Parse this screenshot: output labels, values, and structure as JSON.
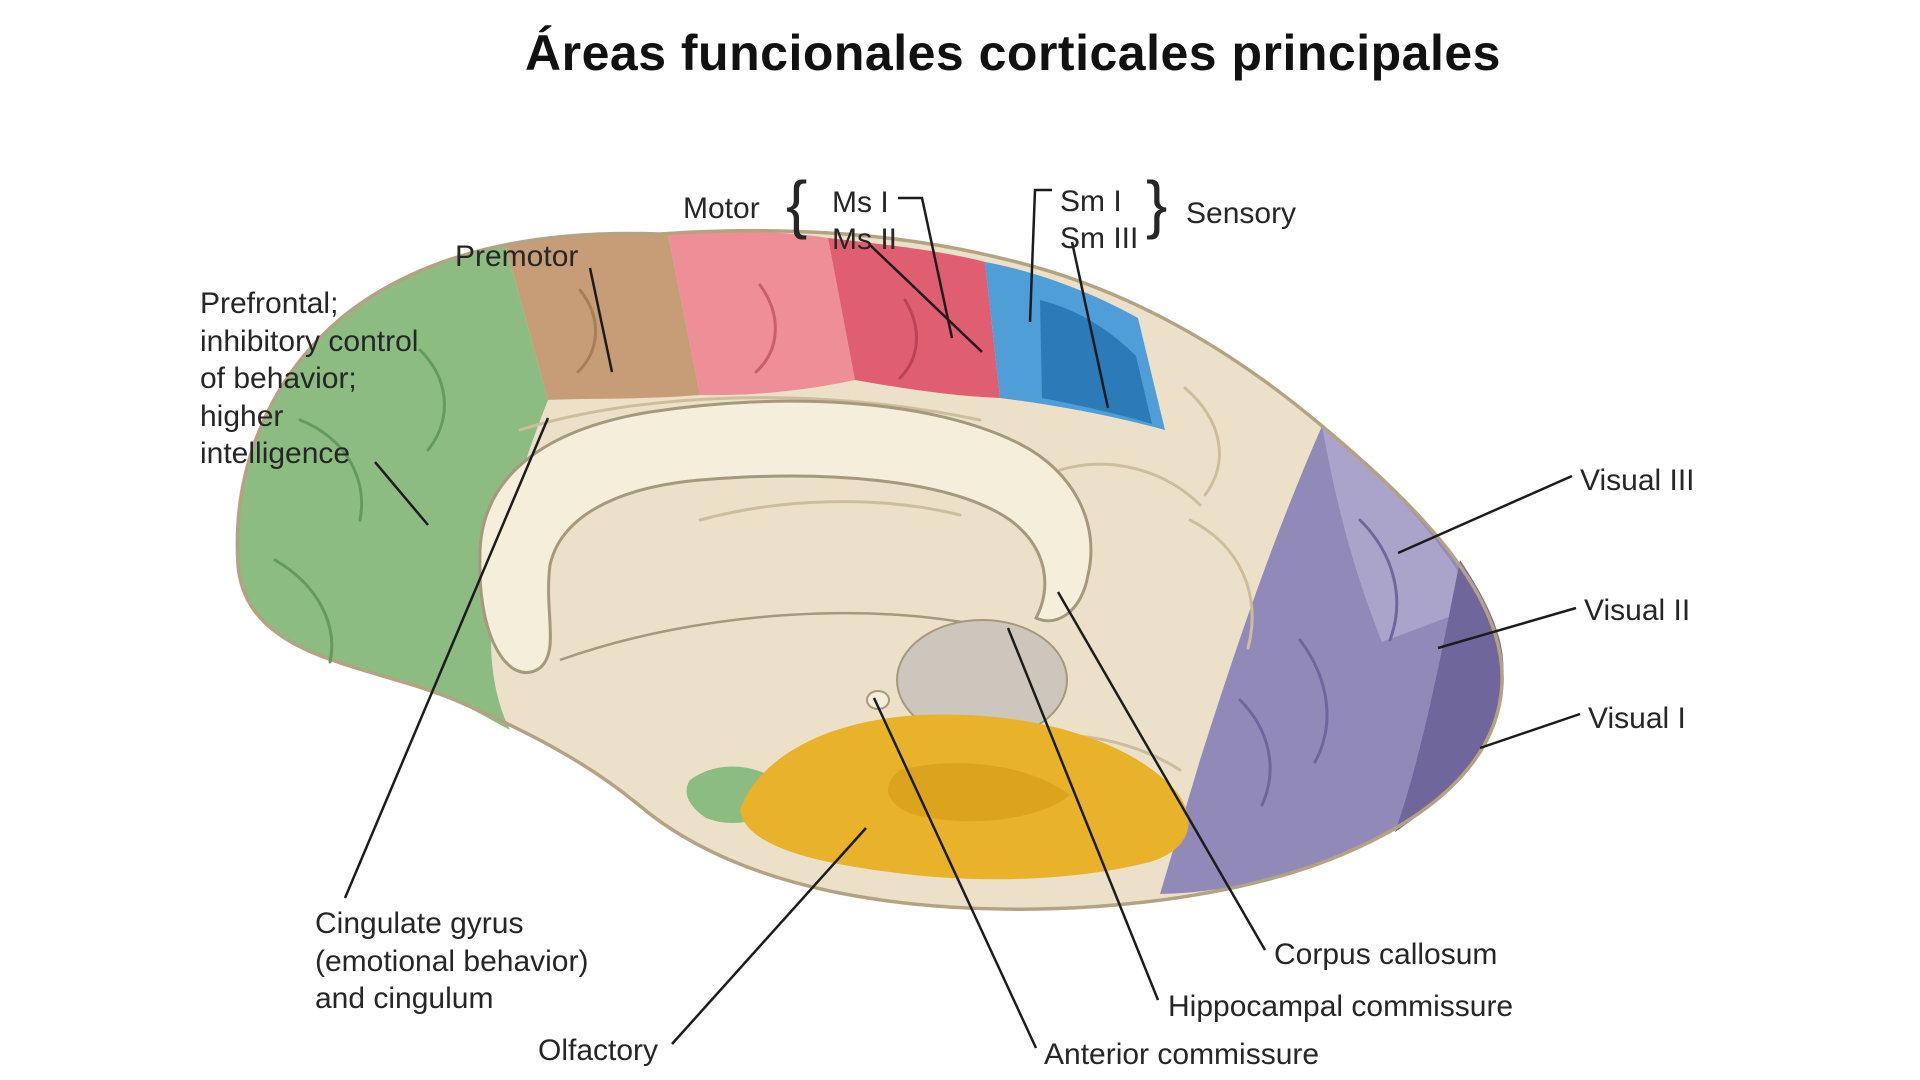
{
  "title": "Áreas funcionales corticales principales",
  "diagram": {
    "labels": {
      "motor": "Motor",
      "ms_i": "Ms I",
      "ms_ii": "Ms II",
      "sm_i": "Sm I",
      "sm_iii": "Sm III",
      "sensory": "Sensory",
      "premotor": "Premotor",
      "prefrontal": "Prefrontal;\ninhibitory control\nof behavior;\nhigher\nintelligence",
      "visual_iii": "Visual III",
      "visual_ii": "Visual II",
      "visual_i": "Visual I",
      "cingulate": "Cingulate gyrus\n(emotional behavior)\nand cingulum",
      "olfactory": "Olfactory",
      "corpus_callosum": "Corpus callosum",
      "hippocampal_commissure": "Hippocampal commissure",
      "anterior_commissure": "Anterior commissure",
      "brace_open": "{",
      "brace_close": "}"
    },
    "colors": {
      "background": "#ffffff",
      "text": "#262626",
      "leader_line": "#1c1c1c",
      "brain_base": "#ece1c8",
      "brain_outline": "#b3a383",
      "gyri": "#cdbd9c",
      "prefrontal_green": "#8cbc82",
      "prefrontal_green_dark": "#639a60",
      "premotor_tan": "#c79d78",
      "premotor_tan_dark": "#a87e58",
      "motor_pink": "#ee8e96",
      "motor_pink_dark": "#c75f6e",
      "motor_red": "#df5e72",
      "motor_red_dark": "#b84458",
      "sensory_blue": "#4f9ed8",
      "sensory_blue_dark": "#2d7ab8",
      "visual_light": "#aba4ca",
      "visual_mid": "#9189b8",
      "visual_dark": "#6f679b",
      "olfactory_yellow": "#e8b32b",
      "olfactory_yellow_dark": "#d39a14",
      "callosum_fill": "#f5eedb",
      "callosum_outline": "#a6987a",
      "thalamus_gray": "#ccc6bc"
    }
  }
}
